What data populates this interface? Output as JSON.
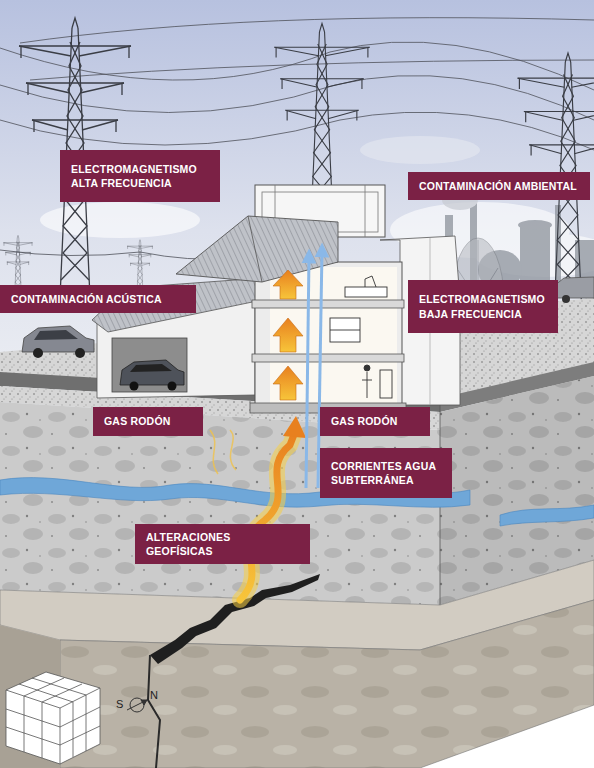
{
  "diagram": {
    "nodes": [
      {
        "text": [
          "ELECTROMAGNETISMO ALTA FRECUENCIA"
        ]
      },
      {
        "text": [
          "CONTAMINACIÓN AMBIENTAL"
        ]
      },
      {
        "text": [
          "CONTAMINACIÓN ACÚSTICA"
        ]
      },
      {
        "text": [
          "ELECTROMAGNETISMO BAJA FRECUENCIA"
        ]
      },
      {
        "text": [
          "GAS RODÓN"
        ]
      },
      {
        "text": [
          "GAS RODÓN"
        ]
      },
      {
        "text": [
          "CORRIENTES AGUA SUBTERRÁNEA"
        ]
      },
      {
        "text": [
          "ALTERACIONES GEOFÍSICAS"
        ]
      }
    ],
    "labels": [
      "S",
      "N"
    ]
  }
}
